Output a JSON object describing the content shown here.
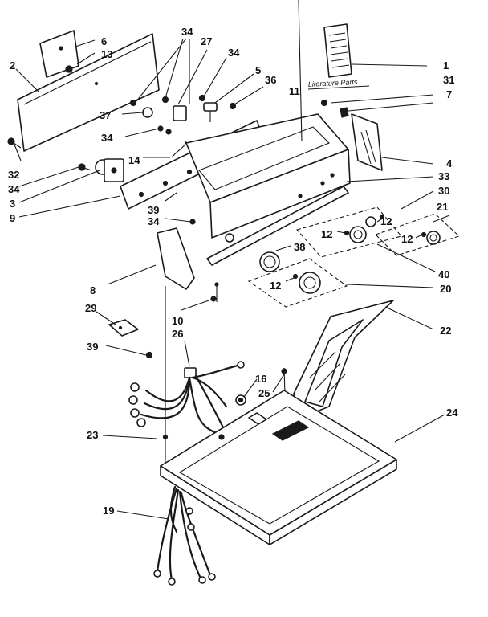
{
  "diagram": {
    "literature_label": "Literature Parts",
    "callouts": [
      {
        "id": "c1",
        "text": "1"
      },
      {
        "id": "c2",
        "text": "2"
      },
      {
        "id": "c3",
        "text": "3"
      },
      {
        "id": "c4",
        "text": "4"
      },
      {
        "id": "c5",
        "text": "5"
      },
      {
        "id": "c6",
        "text": "6"
      },
      {
        "id": "c7",
        "text": "7"
      },
      {
        "id": "c8",
        "text": "8"
      },
      {
        "id": "c9",
        "text": "9"
      },
      {
        "id": "c10",
        "text": "10"
      },
      {
        "id": "c11",
        "text": "11"
      },
      {
        "id": "c12a",
        "text": "12"
      },
      {
        "id": "c12b",
        "text": "12"
      },
      {
        "id": "c12c",
        "text": "12"
      },
      {
        "id": "c12d",
        "text": "12"
      },
      {
        "id": "c13",
        "text": "13"
      },
      {
        "id": "c14",
        "text": "14"
      },
      {
        "id": "c16",
        "text": "16"
      },
      {
        "id": "c19",
        "text": "19"
      },
      {
        "id": "c20",
        "text": "20"
      },
      {
        "id": "c21",
        "text": "21"
      },
      {
        "id": "c22",
        "text": "22"
      },
      {
        "id": "c23",
        "text": "23"
      },
      {
        "id": "c24",
        "text": "24"
      },
      {
        "id": "c25",
        "text": "25"
      },
      {
        "id": "c26",
        "text": "26"
      },
      {
        "id": "c27",
        "text": "27"
      },
      {
        "id": "c29",
        "text": "29"
      },
      {
        "id": "c30",
        "text": "30"
      },
      {
        "id": "c31",
        "text": "31"
      },
      {
        "id": "c32",
        "text": "32"
      },
      {
        "id": "c33",
        "text": "33"
      },
      {
        "id": "c34a",
        "text": "34"
      },
      {
        "id": "c34b",
        "text": "34"
      },
      {
        "id": "c34c",
        "text": "34"
      },
      {
        "id": "c34d",
        "text": "34"
      },
      {
        "id": "c34e",
        "text": "34"
      },
      {
        "id": "c36",
        "text": "36"
      },
      {
        "id": "c37",
        "text": "37"
      },
      {
        "id": "c38",
        "text": "38"
      },
      {
        "id": "c39a",
        "text": "39"
      },
      {
        "id": "c39b",
        "text": "39"
      },
      {
        "id": "c40",
        "text": "40"
      }
    ]
  }
}
